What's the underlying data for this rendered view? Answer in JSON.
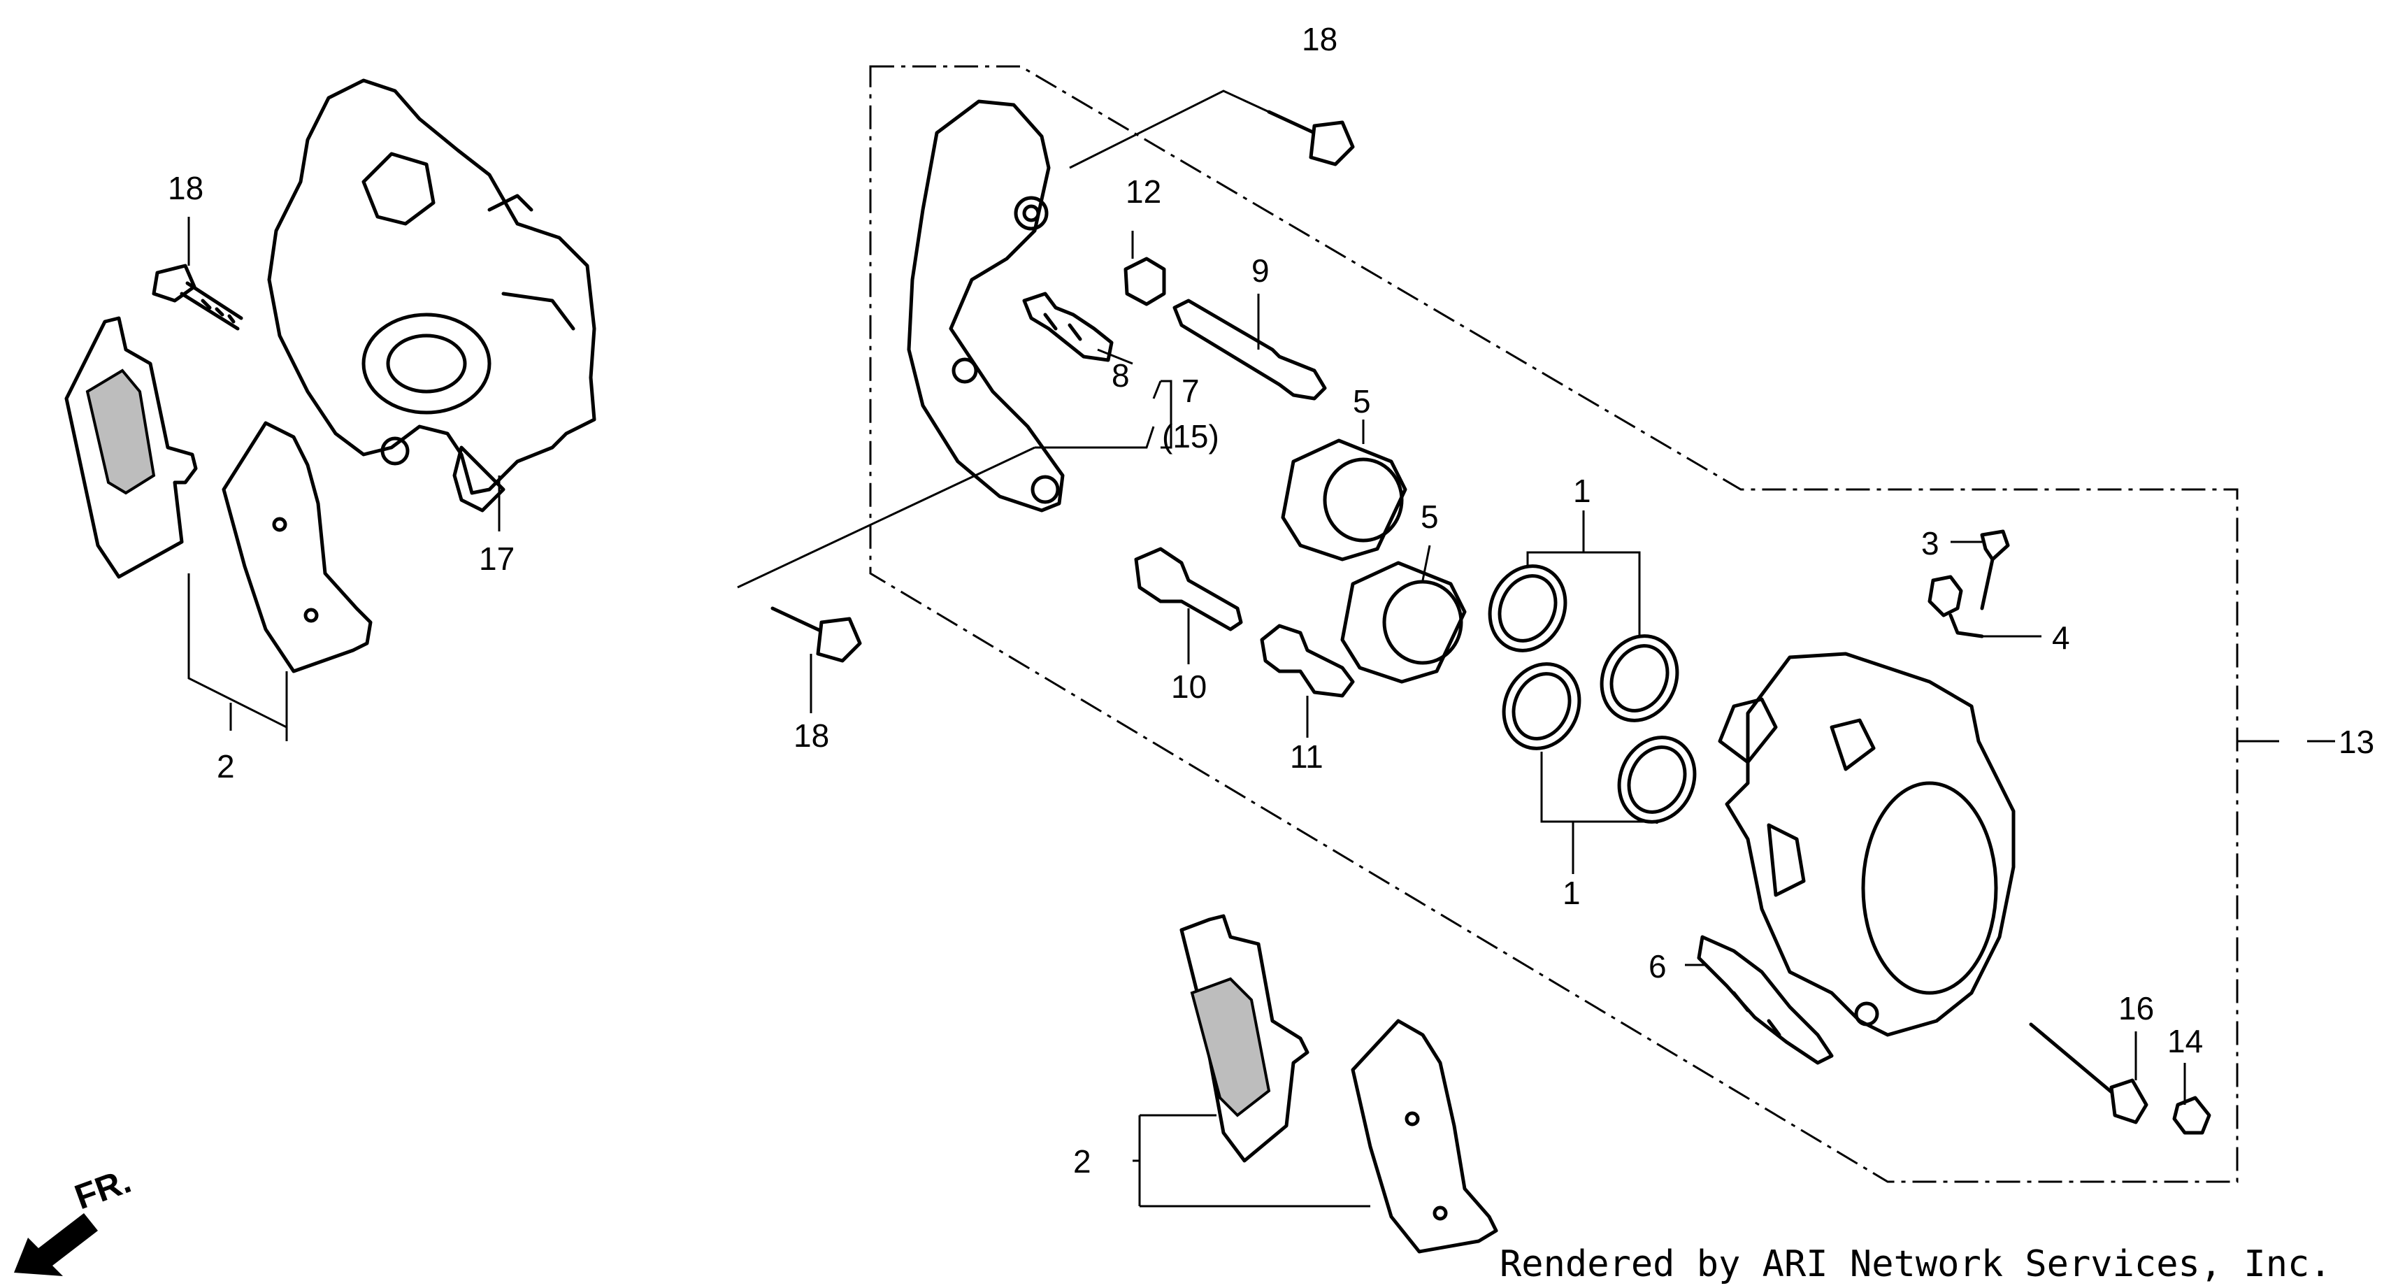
{
  "callouts": {
    "c18_left": "18",
    "c2_left": "2",
    "c17": "17",
    "c18_top": "18",
    "c12": "12",
    "c9": "9",
    "c8": "8",
    "c7": "7",
    "c15": "(15)",
    "c5_a": "5",
    "c5_b": "5",
    "c1_top": "1",
    "c1_bottom": "1",
    "c10": "10",
    "c11": "11",
    "c18_mid": "18",
    "c3": "3",
    "c4": "4",
    "c13": "13",
    "c6": "6",
    "c16": "16",
    "c14": "14",
    "c2_bottom": "2"
  },
  "front_label": "FR.",
  "credit": "Rendered by ARI Network Services, Inc."
}
